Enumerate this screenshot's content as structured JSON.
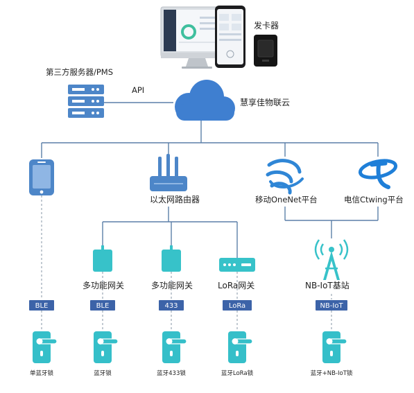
{
  "title_card_reader": "发卡器",
  "server_label": "第三方服务器/PMS",
  "api_label": "API",
  "cloud_label": "慧享佳物联云",
  "router_label": "以太网路由器",
  "mobile_platform_label": "移动OneNet平台",
  "telecom_platform_label": "电信Ctwing平台",
  "gateways": [
    {
      "label": "多功能网关",
      "tag": "BLE"
    },
    {
      "label": "多功能网关",
      "tag": "433"
    },
    {
      "label": "LoRa网关",
      "tag": "LoRa"
    }
  ],
  "nbiot_station": {
    "label": "NB-IoT基站",
    "tag": "NB-IoT"
  },
  "phone_tag": "BLE",
  "locks": [
    "单蓝牙锁",
    "蓝牙锁",
    "蓝牙433锁",
    "蓝牙LoRa锁",
    "蓝牙+NB-IoT锁"
  ],
  "colors": {
    "line": "#5b7fa8",
    "device": "#4d86c8",
    "teal": "#37c2c9",
    "tag_bg": "#3c63a8",
    "lock": "#35bfc9",
    "cloud": "#3f7fd0"
  },
  "icons": [
    "server-icon",
    "cloud-icon",
    "monitor-icon",
    "phone-icon",
    "card-reader-icon",
    "router-icon",
    "china-mobile-icon",
    "china-telecom-icon",
    "gateway-icon",
    "lora-gateway-icon",
    "cell-tower-icon",
    "door-lock-icon"
  ]
}
